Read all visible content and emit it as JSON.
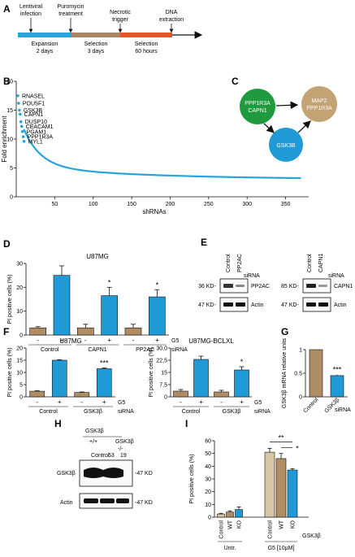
{
  "panels": {
    "A": "A",
    "B": "B",
    "C": "C",
    "D": "D",
    "E": "E",
    "F": "F",
    "G": "G",
    "H": "H",
    "I": "I"
  },
  "panel_a": {
    "steps": [
      "Lentiviral",
      "infection",
      "Puromycin",
      "treatment",
      "Necrotic",
      "trigger",
      "DNA",
      "extraction"
    ],
    "phases": [
      "Expansion",
      "2 days",
      "Selection",
      "3 days",
      "Selection",
      "60 hours"
    ],
    "colors": {
      "expansion": "#29a3d9",
      "selection1": "#a88766",
      "selection2": "#e2562a"
    }
  },
  "chart_data": [
    {
      "id": "B",
      "type": "scatter",
      "ylabel": "Fold enrichment",
      "xlabel": "shRNAs",
      "xlim": [
        0,
        380
      ],
      "ylim": [
        0,
        20
      ],
      "xticks": [
        50,
        100,
        150,
        200,
        250,
        300,
        350
      ],
      "yticks": [
        0,
        5,
        10,
        15,
        20
      ],
      "labels": [
        "RNASEL",
        "POU5F1",
        "GSK3B",
        "CAPN1",
        "DUSP10",
        "CEACAM1",
        "PGAM1",
        "PPP1R3A",
        "MYL1"
      ],
      "highlight": {
        "x": [
          1,
          2,
          3,
          4,
          5,
          6,
          7,
          8,
          9
        ],
        "y": [
          17.5,
          16.2,
          15.0,
          14.3,
          13.0,
          12.2,
          11.3,
          10.4,
          9.6
        ]
      },
      "color": "#29a3d9"
    },
    {
      "id": "D",
      "type": "bar",
      "title": "U87MG",
      "ylabel": "PI positive cells (%)",
      "ylim": [
        0,
        30
      ],
      "yticks": [
        0,
        10,
        20,
        30
      ],
      "signs": [
        "-",
        "+",
        "-",
        "+",
        "-",
        "+"
      ],
      "groups": [
        "Control",
        "CAPN1",
        "PP2AC"
      ],
      "values": [
        3,
        25,
        3,
        16.5,
        3,
        16
      ],
      "errors": [
        0.5,
        4,
        1.5,
        3.5,
        1.5,
        3
      ],
      "stars": [
        "",
        "",
        "",
        "*",
        "",
        "*"
      ],
      "treatment": "G5",
      "row_label": "siRNA"
    },
    {
      "id": "F1",
      "type": "bar",
      "title": "U87MG",
      "ylabel": "PI positive cells (%)",
      "ylim": [
        0,
        20
      ],
      "yticks": [
        0,
        5,
        10,
        15,
        20
      ],
      "signs": [
        "-",
        "+",
        "-",
        "+"
      ],
      "groups": [
        "Control",
        "GSK3β"
      ],
      "values": [
        2.3,
        15,
        1.8,
        11.5
      ],
      "errors": [
        0.2,
        0.2,
        0.2,
        0.3
      ],
      "stars": [
        "",
        "",
        "",
        "***"
      ],
      "treatment": "G5",
      "row_label": "siRNA"
    },
    {
      "id": "F2",
      "type": "bar",
      "title": "U87MG-BCLXL",
      "ylabel": "PI positive cells (%)",
      "ylim": [
        0,
        30
      ],
      "yticks": [
        "0",
        "7,5",
        "15",
        "22,5",
        "30,0"
      ],
      "ytick_values": [
        0,
        7.5,
        15,
        22.5,
        30
      ],
      "signs": [
        "-",
        "+",
        "-",
        "+"
      ],
      "groups": [
        "Control",
        "GSK3β"
      ],
      "values": [
        3.5,
        23,
        3,
        16.5
      ],
      "errors": [
        1,
        2,
        1,
        2
      ],
      "stars": [
        "",
        "",
        "",
        "*"
      ],
      "treatment": "G5",
      "row_label": "siRNA"
    },
    {
      "id": "G",
      "type": "bar",
      "ylabel": "GSK3β mRNA relative units",
      "ylim": [
        0,
        1
      ],
      "yticks": [
        "0",
        "0.5",
        "1"
      ],
      "ytick_values": [
        0,
        0.5,
        1
      ],
      "categories": [
        "Control",
        "GSK3β"
      ],
      "values": [
        1,
        0.45
      ],
      "errors": [
        0,
        0.02
      ],
      "stars": [
        "",
        "***"
      ],
      "row_label": "siRNA"
    },
    {
      "id": "I",
      "type": "bar",
      "ylabel": "PI positive cells (%)",
      "ylim": [
        0,
        60
      ],
      "yticks": [
        0,
        10,
        20,
        30,
        40,
        50,
        60
      ],
      "categories": [
        "Control",
        "WT",
        "KO",
        "Control",
        "WT",
        "KO"
      ],
      "values": [
        2.5,
        4,
        6,
        51,
        46,
        37
      ],
      "errors": [
        0.5,
        1,
        2,
        3,
        4,
        1
      ],
      "groups": [
        "Untr.",
        "G5 [10μM]"
      ],
      "row_label": "GSK3β",
      "sig": [
        "**",
        "*"
      ]
    }
  ],
  "panel_c": {
    "node1": [
      "PPP1R3A",
      "CAPN1"
    ],
    "node2": [
      "MAP2",
      "PPP1R3A"
    ],
    "node3": "GSK3B"
  },
  "panel_e": {
    "left": {
      "cols": [
        "Control",
        "PP2AC"
      ],
      "row_label": "siRNA",
      "kd": [
        "36 KD-",
        "47 KD-"
      ],
      "bands": [
        "PP2AC",
        "Actin"
      ]
    },
    "right": {
      "cols": [
        "Control",
        "CAPN1"
      ],
      "row_label": "siRNA",
      "kd": [
        "85 KD-",
        "47 KD-"
      ],
      "bands": [
        "CAPN1",
        "Actin"
      ]
    }
  },
  "panel_h": {
    "header": "GSK3β",
    "genotype_wt": "+/+",
    "header2": "GSK3β",
    "genotype_ko": "-/-",
    "lanes": [
      "Control",
      "63",
      "19"
    ],
    "bands": [
      "GSK3β",
      "Actin"
    ],
    "kd": [
      "-47 KD",
      "-47 KD"
    ]
  }
}
